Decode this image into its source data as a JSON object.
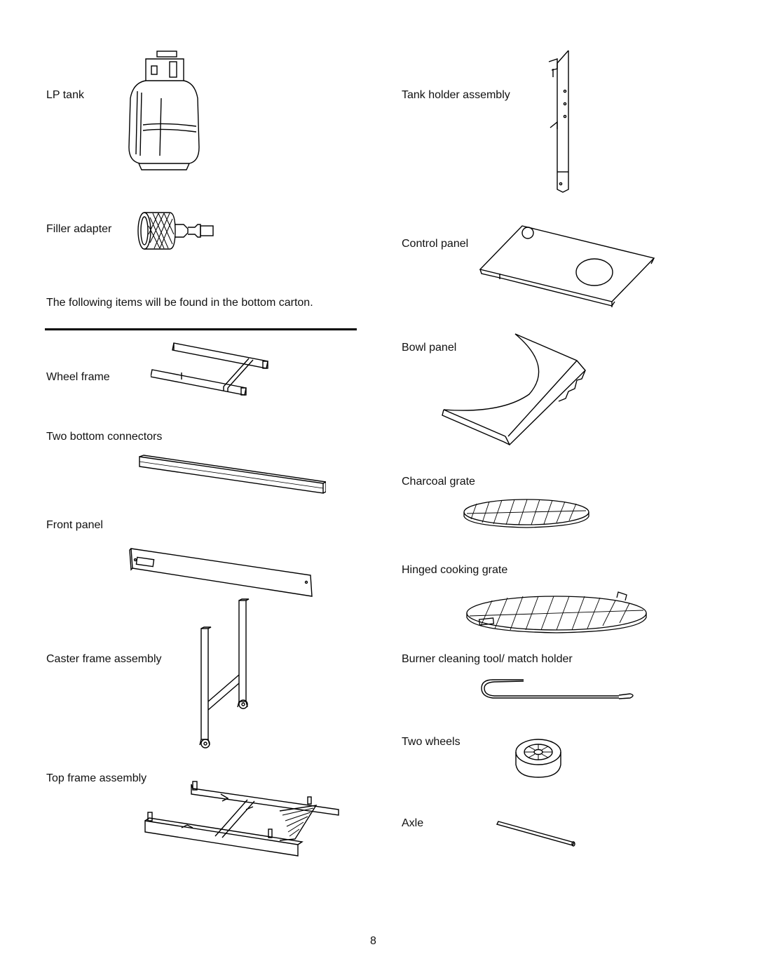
{
  "items": {
    "lp_tank": "LP tank",
    "filler_adapter": "Filler adapter",
    "tank_holder_assembly": "Tank holder assembly",
    "control_panel": "Control panel",
    "bottom_carton_note": "The following items will be found in the bottom carton.",
    "wheel_frame": "Wheel frame",
    "bowl_panel": "Bowl panel",
    "two_bottom_connectors": "Two bottom connectors",
    "charcoal_grate": "Charcoal grate",
    "front_panel": "Front panel",
    "hinged_cooking_grate": "Hinged cooking grate",
    "caster_frame_assembly": "Caster frame assembly",
    "burner_cleaning_tool": "Burner cleaning tool/ match holder",
    "two_wheels": "Two wheels",
    "top_frame_assembly": "Top frame assembly",
    "axle": "Axle"
  },
  "page_number": "8"
}
